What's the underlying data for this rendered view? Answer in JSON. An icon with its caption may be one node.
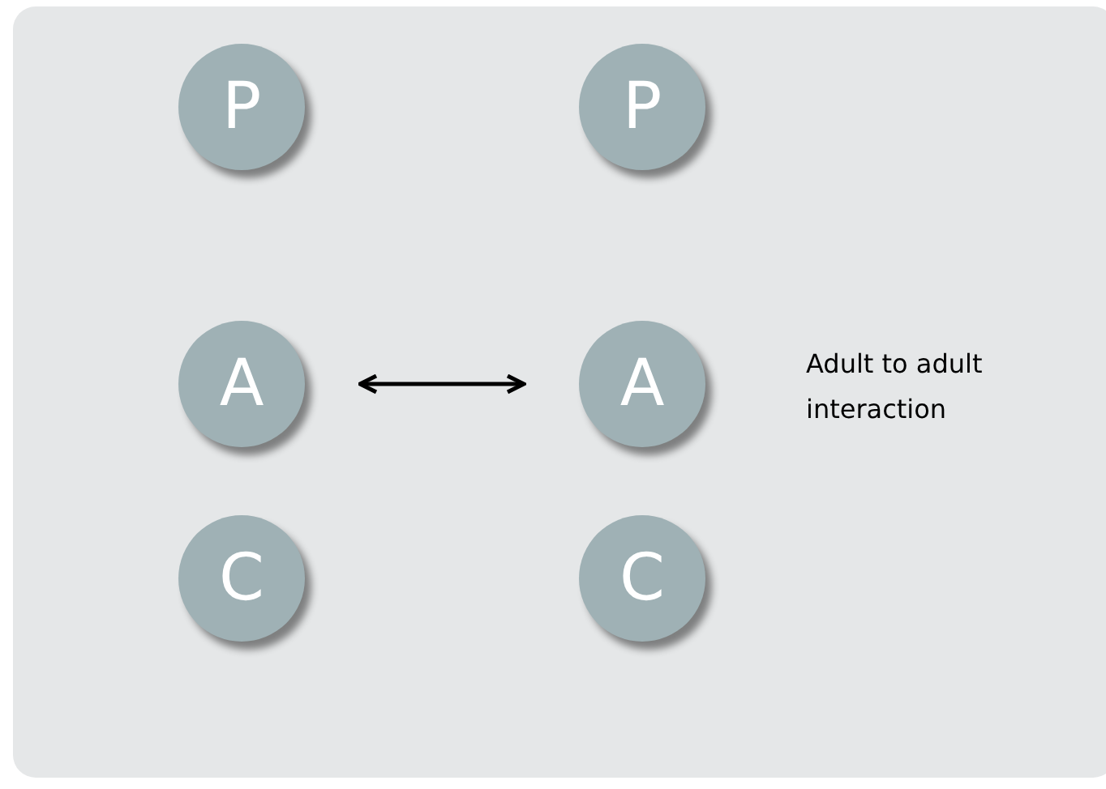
{
  "diagram": {
    "nodes": [
      {
        "text": [
          "P"
        ]
      },
      {
        "text": [
          "P"
        ]
      },
      {
        "text": [
          "A"
        ]
      },
      {
        "text": [
          "A"
        ]
      },
      {
        "text": [
          "C"
        ]
      },
      {
        "text": [
          "C"
        ]
      }
    ],
    "edges": [
      {
        "from": 2,
        "to": 3,
        "arrow": "both"
      }
    ],
    "labels": [
      "Adult to adult interaction"
    ]
  }
}
